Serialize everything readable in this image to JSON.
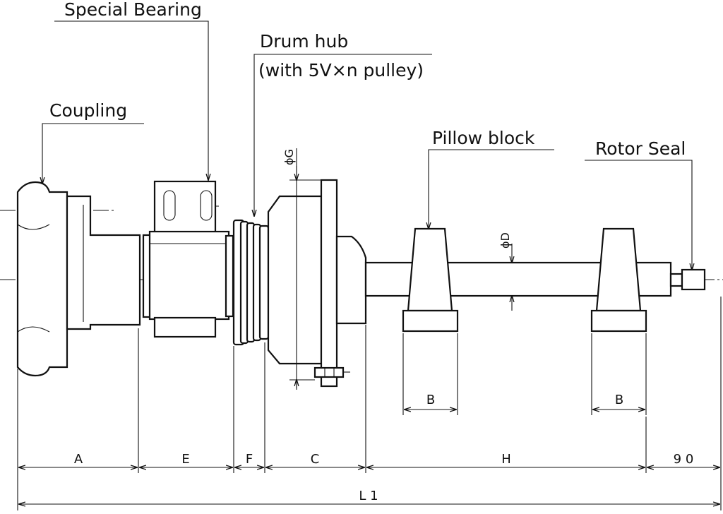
{
  "callouts": {
    "special_bearing": "Special Bearing",
    "drum_hub_line1": "Drum hub",
    "drum_hub_line2": "(with 5V×n pulley)",
    "coupling": "Coupling",
    "pillow_block": "Pillow block",
    "rotor_seal": "Rotor Seal"
  },
  "dimensions": {
    "a": "A",
    "e": "E",
    "f": "F",
    "c": "C",
    "h": "H",
    "ninety": "9 0",
    "l1": "L 1",
    "b_left": "B",
    "b_right": "B",
    "phi_g": "ϕG",
    "phi_d": "ϕD"
  }
}
